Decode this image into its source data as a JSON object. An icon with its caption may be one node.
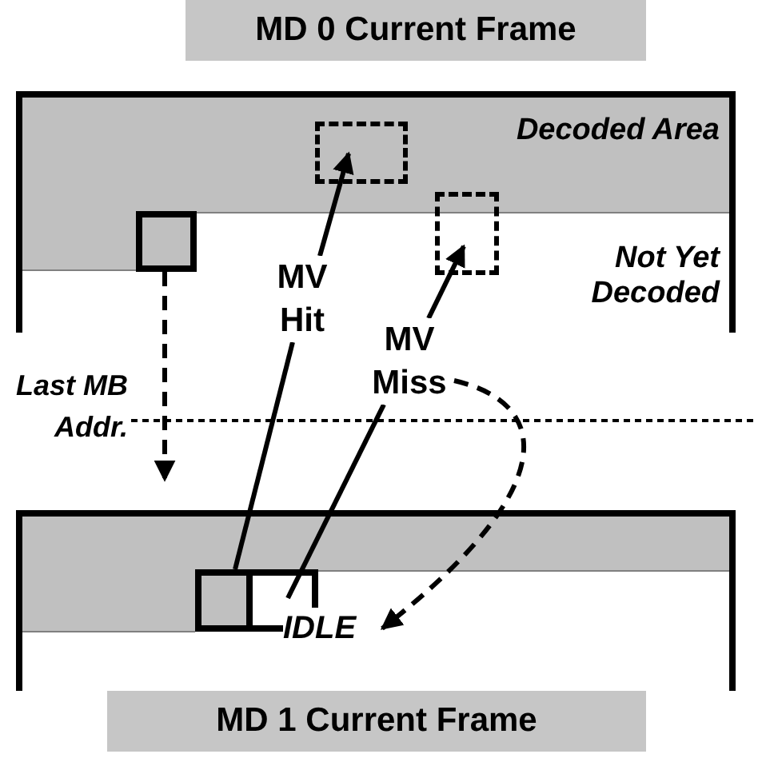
{
  "diagram": {
    "nodes": [
      {
        "text": [
          "MD 0 Current Frame"
        ]
      },
      {
        "text": [
          "Decoded Area",
          "Not Yet Decoded"
        ]
      },
      {
        "text": [],
        "shape": "box",
        "in": 1
      },
      {
        "text": [],
        "shape": "box",
        "in": 1
      },
      {
        "text": [],
        "shape": "box",
        "in": 1
      },
      {
        "text": [
          "MV Hit"
        ]
      },
      {
        "text": [
          "MV Miss"
        ]
      },
      {
        "text": [],
        "shape": "box"
      },
      {
        "text": [],
        "shape": "box",
        "in": 7
      },
      {
        "text": [],
        "shape": "box",
        "in": 7
      },
      {
        "text": [
          "IDLE"
        ],
        "in": 7
      },
      {
        "text": [
          "MD 1 Current Frame"
        ]
      }
    ],
    "edges": [
      {
        "from": 2,
        "to": 7,
        "arrow": "to",
        "style": "dashed"
      },
      {
        "from": 8,
        "to": 5,
        "arrow": "none"
      },
      {
        "from": 5,
        "to": 3,
        "arrow": "to"
      },
      {
        "from": 9,
        "to": 6,
        "arrow": "none"
      },
      {
        "from": 6,
        "to": 4,
        "arrow": "to"
      },
      {
        "from": 6,
        "to": 10,
        "arrow": "to",
        "style": "dashed"
      }
    ],
    "labels": [
      "Last MB Addr."
    ]
  }
}
